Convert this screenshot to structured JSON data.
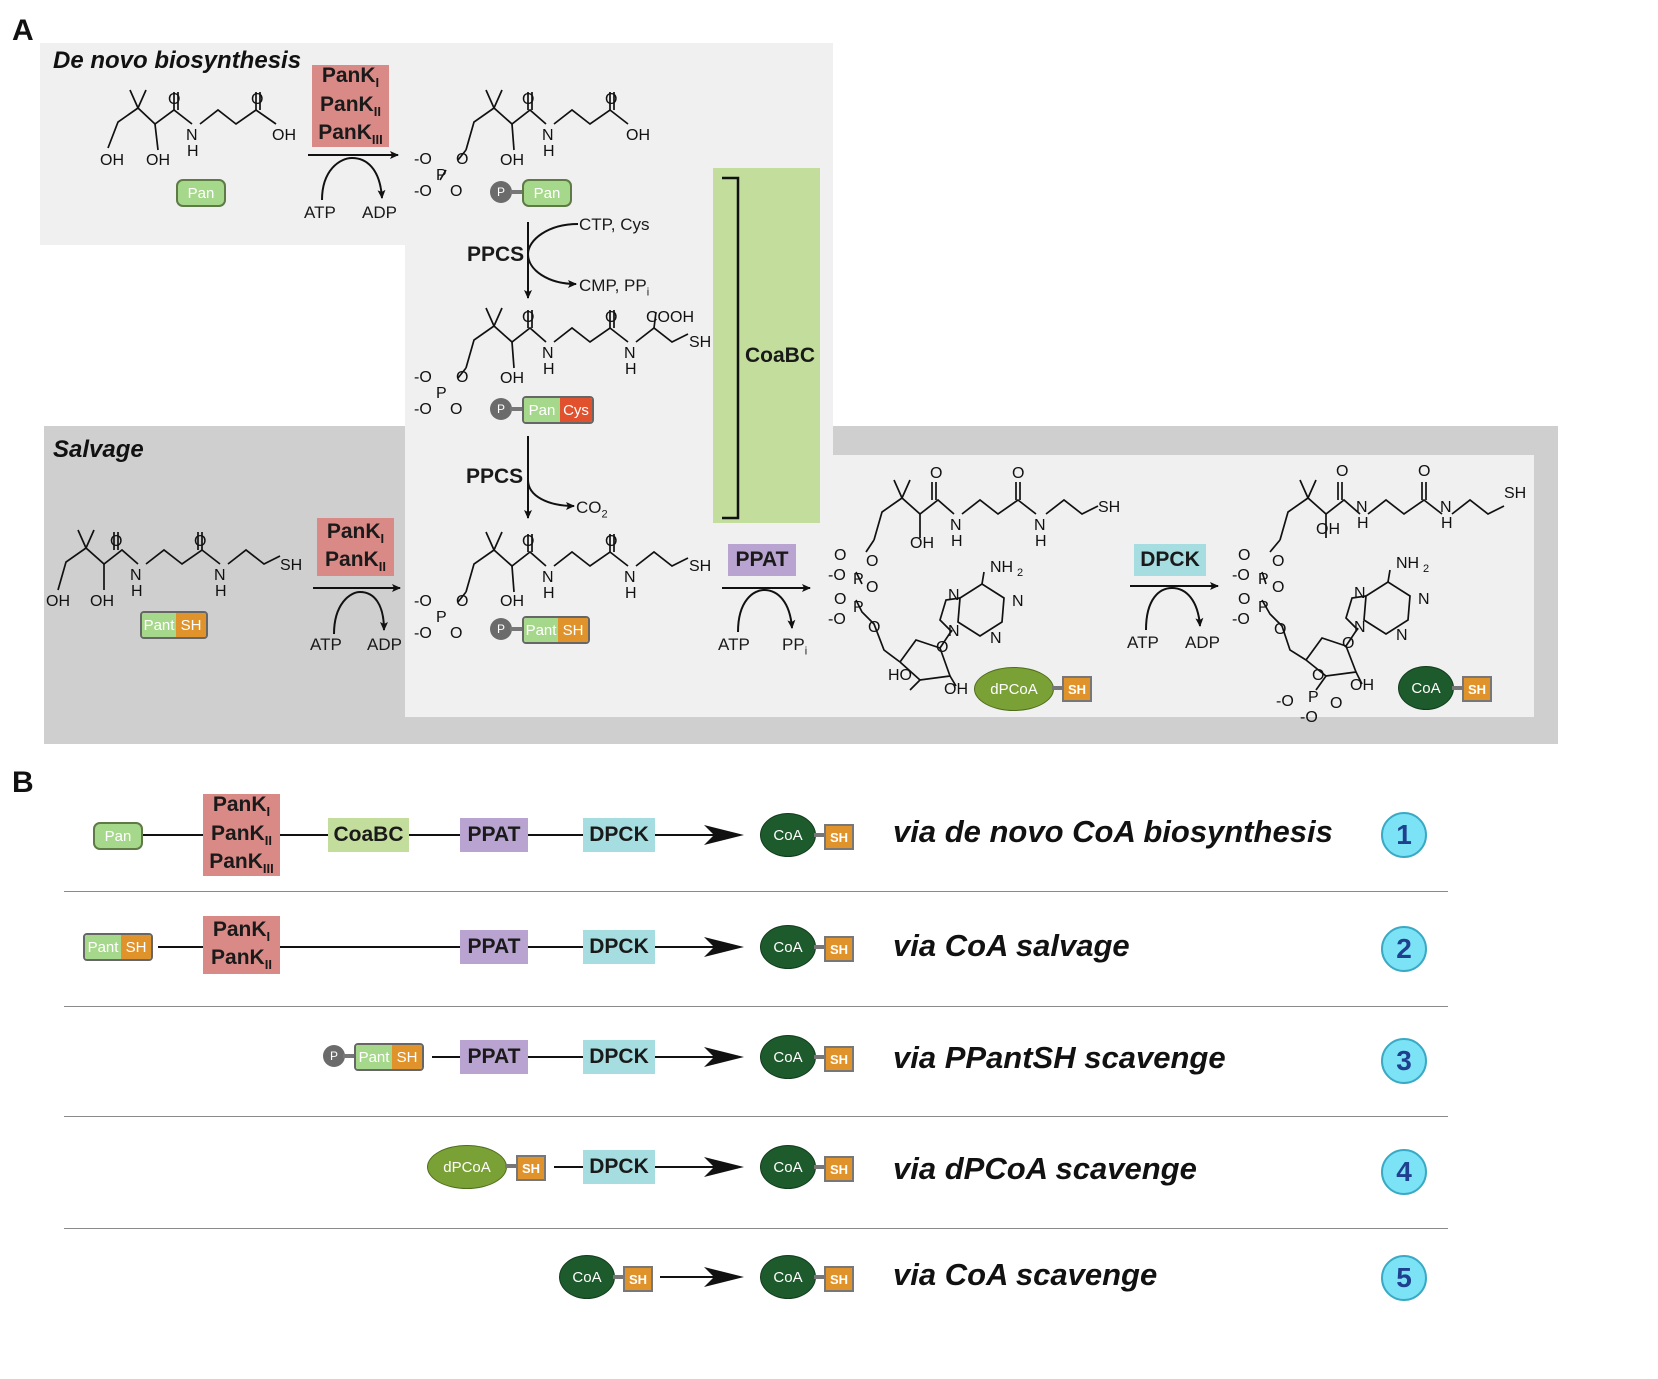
{
  "panel_a": {
    "label": "A",
    "de_novo_title": "De novo biosynthesis",
    "salvage_title": "Salvage",
    "pank_1": "PanK",
    "sub_i": "I",
    "sub_ii": "II",
    "sub_iii": "III",
    "atp": "ATP",
    "adp": "ADP",
    "ppi": "PP",
    "ppi_sub": "i",
    "ppcs": "PPCS",
    "ctp_cys": "CTP, Cys",
    "cmp_ppi": "CMP, PP",
    "co2": "CO",
    "co2_sub": "2",
    "coabc": "CoaBC",
    "ppat": "PPAT",
    "dpck": "DPCK",
    "glyph_pan": "Pan",
    "glyph_p": "P",
    "glyph_cys": "Cys",
    "glyph_pant": "Pant",
    "glyph_sh": "SH",
    "glyph_dpcoa": "dPCoA",
    "glyph_coa": "CoA",
    "atom_oh": "OH",
    "atom_o": "O",
    "atom_h": "H",
    "atom_n": "N",
    "atom_p": "P",
    "atom_sh": "SH",
    "atom_cooh": "COOH",
    "atom_nh2": "NH",
    "atom_ho": "HO",
    "atom_neg_o": "-O",
    "atom_o_neg": "O-"
  },
  "panel_b": {
    "label": "B",
    "enzymes": {
      "pank": "PanK",
      "coabc": "CoaBC",
      "ppat": "PPAT",
      "dpck": "DPCK"
    },
    "glyphs": {
      "pan": "Pan",
      "pant": "Pant",
      "sh": "SH",
      "p": "P",
      "dpcoa": "dPCoA",
      "coa": "CoA"
    },
    "routes": [
      {
        "label": "via de novo CoA biosynthesis",
        "number": "1"
      },
      {
        "label": "via CoA salvage",
        "number": "2"
      },
      {
        "label": "via PPantSH scavenge",
        "number": "3"
      },
      {
        "label": "via dPCoA scavenge",
        "number": "4"
      },
      {
        "label": "via CoA scavenge",
        "number": "5"
      }
    ]
  },
  "colors": {
    "pank": "#d98a86",
    "coabc": "#c3dd9c",
    "ppat": "#b9a3d0",
    "dpck": "#a6dde0",
    "pan_green": "#a6d88c",
    "cys_red": "#e2512d",
    "sh_orange": "#e0922b",
    "coa_dark_green": "#1d5a2c",
    "dpcoa_olive": "#7aa135",
    "de_novo_bg": "#f0f0f0",
    "salvage_bg": "#cfcfcf",
    "number_circle": "#7be3f5"
  }
}
